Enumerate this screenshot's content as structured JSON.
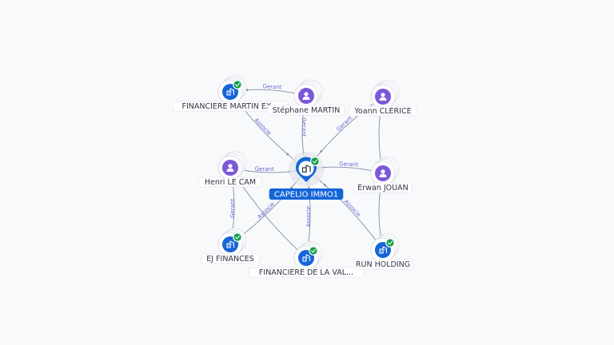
{
  "colors": {
    "edge": "#7f8fa6",
    "edge_label": "#6a63d8",
    "company": "#1565d8",
    "person": "#7d57d8",
    "check": "#14a04a",
    "main": "#1565d8"
  },
  "graph": {
    "center": {
      "id": "capelio",
      "label": "CAPELIO IMMO1",
      "icon": "building-icon",
      "status": "check-icon"
    },
    "nodes": [
      {
        "id": "fin-martin",
        "label": "FINANCIERE MARTIN EX...",
        "kind": "company",
        "icon": "building-icon"
      },
      {
        "id": "stephane",
        "label": "Stéphane MARTIN",
        "kind": "person",
        "icon": "person-icon"
      },
      {
        "id": "yoann",
        "label": "Yoann CLERICE",
        "kind": "person",
        "icon": "person-icon"
      },
      {
        "id": "henri",
        "label": "Henri LE CAM",
        "kind": "person",
        "icon": "person-icon"
      },
      {
        "id": "erwan",
        "label": "Erwan JOUAN",
        "kind": "person",
        "icon": "person-icon"
      },
      {
        "id": "ej",
        "label": "EJ FINANCES",
        "kind": "company",
        "icon": "building-icon"
      },
      {
        "id": "fin-val",
        "label": "FINANCIERE DE LA VAL...",
        "kind": "company",
        "icon": "building-icon"
      },
      {
        "id": "run",
        "label": "RUN HOLDING",
        "kind": "company",
        "icon": "building-icon"
      }
    ],
    "edges": [
      {
        "from": "stephane",
        "to": "fin-martin",
        "label": "Gerant"
      },
      {
        "from": "stephane",
        "to": "capelio",
        "label": "Gerant"
      },
      {
        "from": "fin-martin",
        "to": "capelio",
        "label": "Associe"
      },
      {
        "from": "yoann",
        "to": "capelio",
        "label": "Gerant"
      },
      {
        "from": "yoann",
        "to": "erwan",
        "label": ""
      },
      {
        "from": "henri",
        "to": "capelio",
        "label": "Gerant"
      },
      {
        "from": "henri",
        "to": "fin-val",
        "label": ""
      },
      {
        "from": "erwan",
        "to": "capelio",
        "label": "Gerant"
      },
      {
        "from": "erwan",
        "to": "run",
        "label": ""
      },
      {
        "from": "ej",
        "to": "capelio",
        "label": "Associe"
      },
      {
        "from": "ej",
        "to": "henri",
        "label": "Gerant"
      },
      {
        "from": "fin-val",
        "to": "capelio",
        "label": "Associe"
      },
      {
        "from": "run",
        "to": "capelio",
        "label": "Associe"
      }
    ]
  }
}
